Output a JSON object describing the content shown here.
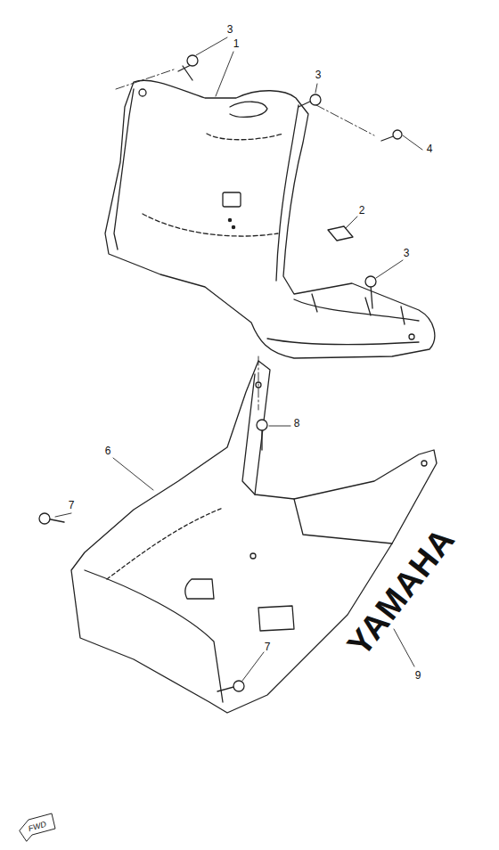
{
  "diagram": {
    "labels": [
      "3",
      "1",
      "3",
      "4",
      "2",
      "3",
      "8",
      "6",
      "7",
      "YAMAHA",
      "7",
      "9",
      "FWD"
    ]
  }
}
